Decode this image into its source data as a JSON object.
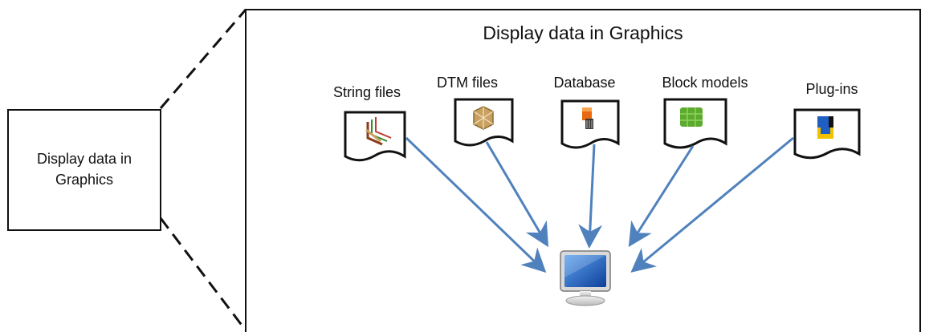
{
  "summary_box": {
    "label": "Display data in Graphics"
  },
  "detail_panel": {
    "title": "Display data in Graphics"
  },
  "sources": [
    {
      "label": "String files",
      "icon": "string-file-icon"
    },
    {
      "label": "DTM files",
      "icon": "dtm-file-icon"
    },
    {
      "label": "Database",
      "icon": "database-icon"
    },
    {
      "label": "Block models",
      "icon": "block-model-icon"
    },
    {
      "label": "Plug-ins",
      "icon": "plugin-icon"
    }
  ],
  "target": {
    "icon": "computer-monitor-icon"
  },
  "colors": {
    "arrow": "#4f81bd",
    "border": "#111111",
    "dtm": "#c8a060",
    "database": "#e86a10",
    "block": "#5cab2e",
    "plugin_blue": "#1f5fc4",
    "plugin_yellow": "#f2c200",
    "monitor": "#1d5cb8"
  }
}
